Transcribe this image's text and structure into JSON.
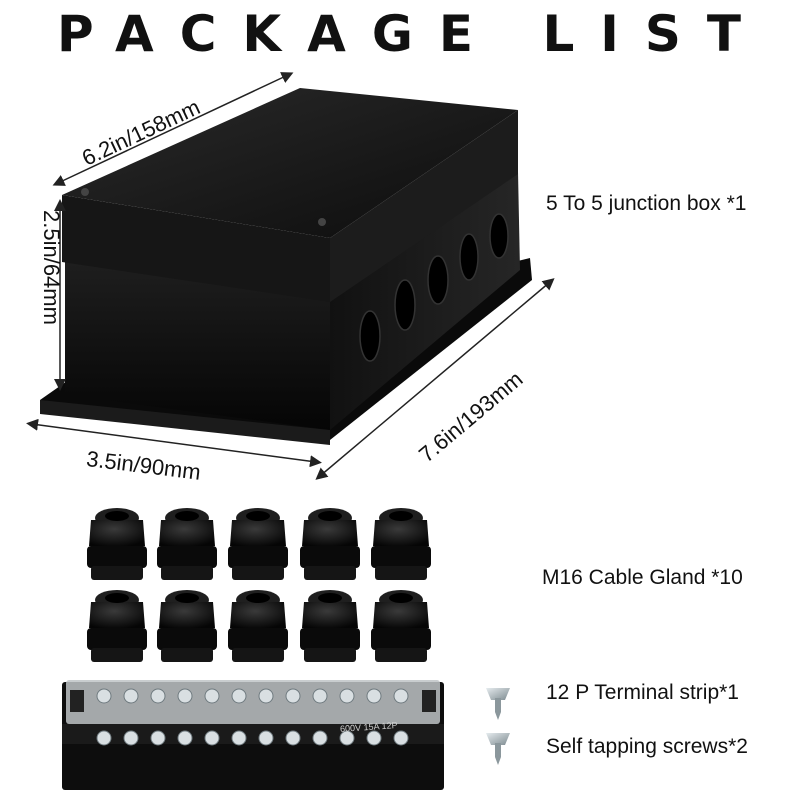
{
  "header": {
    "title": "PACKAGE LIST"
  },
  "dimensions": {
    "length_top": "6.2in/158mm",
    "height": "2.5in/64mm",
    "width_bottom": "3.5in/90mm",
    "length_side": "7.6in/193mm"
  },
  "items": {
    "junction_box": "5 To 5 junction  box *1",
    "cable_gland": "M16 Cable Gland *10",
    "terminal_strip": "12 P Terminal strip*1",
    "screws": "Self tapping screws*2"
  },
  "terminal_rating": "600V 15A 12P"
}
